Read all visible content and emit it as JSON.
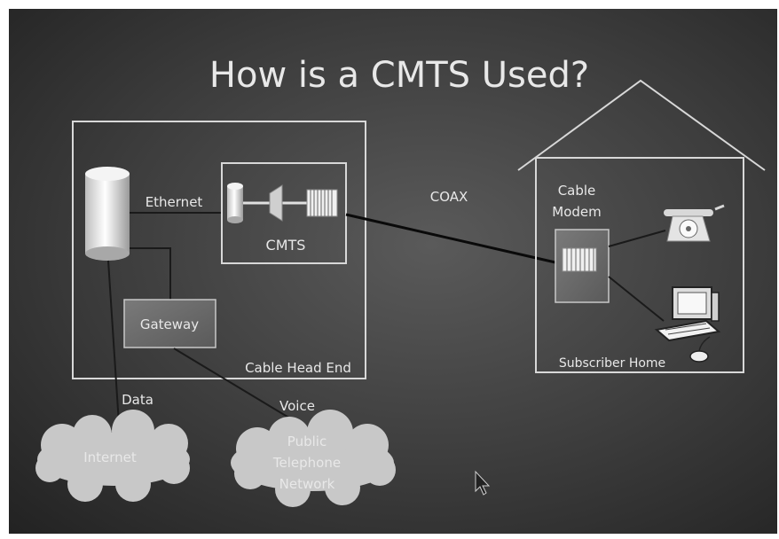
{
  "slide": {
    "title": "How is a CMTS Used?",
    "labels": {
      "ethernet": "Ethernet",
      "cmts": "CMTS",
      "coax": "COAX",
      "cable_modem_line1": "Cable",
      "cable_modem_line2": "Modem",
      "gateway": "Gateway",
      "cable_head_end": "Cable Head End",
      "subscriber_home": "Subscriber Home",
      "data": "Data",
      "voice": "Voice",
      "internet": "Internet",
      "pstn_line1": "Public",
      "pstn_line2": "Telephone",
      "pstn_line3": "Network"
    }
  },
  "colors": {
    "background": "#3c3c3c",
    "outline": "#d8d8d8",
    "text": "#e8e8e8"
  }
}
